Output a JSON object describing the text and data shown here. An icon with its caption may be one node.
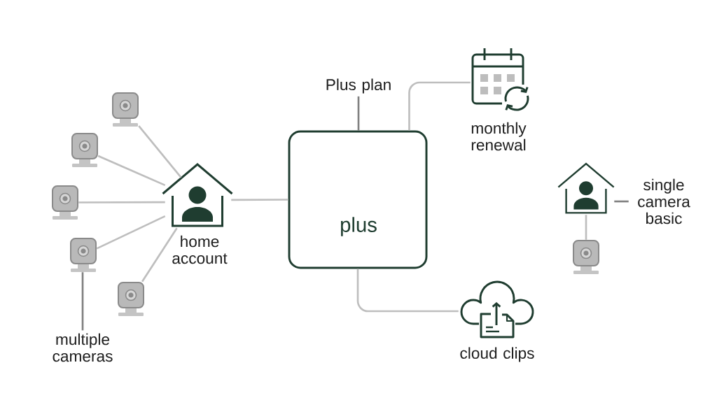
{
  "diagram": {
    "nodes": [
      {
        "text": [],
        "shape": "picture"
      },
      {
        "text": [],
        "shape": "picture"
      },
      {
        "text": [],
        "shape": "picture"
      },
      {
        "text": [],
        "shape": "picture"
      },
      {
        "text": [],
        "shape": "picture"
      },
      {
        "text": [
          "multiple cameras"
        ]
      },
      {
        "text": [],
        "shape": "picture",
        "beside": [
          "home account"
        ]
      },
      {
        "text": [
          "Plus plan"
        ]
      },
      {
        "text": [
          "plus"
        ]
      },
      {
        "text": [
          "monthly renewal"
        ]
      },
      {
        "text": [
          "cloud clips"
        ]
      },
      {
        "text": [],
        "shape": "picture"
      },
      {
        "text": [
          "single camera basic"
        ]
      },
      {
        "text": [],
        "shape": "picture"
      }
    ],
    "edges": [
      {
        "from": 0,
        "to": 6,
        "arrow": "none"
      },
      {
        "from": 1,
        "to": 6,
        "arrow": "none"
      },
      {
        "from": 2,
        "to": 6,
        "arrow": "none"
      },
      {
        "from": 3,
        "to": 6,
        "arrow": "none"
      },
      {
        "from": 4,
        "to": 6,
        "arrow": "none"
      },
      {
        "from": 5,
        "to": 3,
        "arrow": "none",
        "color": "#808080"
      },
      {
        "from": 6,
        "to": 8,
        "arrow": "none"
      },
      {
        "from": 7,
        "to": 8,
        "arrow": "none",
        "color": "#808080"
      },
      {
        "from": 8,
        "to": 9,
        "arrow": "none"
      },
      {
        "from": 8,
        "to": 10,
        "arrow": "none"
      },
      {
        "from": 12,
        "to": 11,
        "arrow": "none",
        "color": "#808080"
      },
      {
        "from": 11,
        "to": 13,
        "arrow": "none"
      }
    ]
  }
}
